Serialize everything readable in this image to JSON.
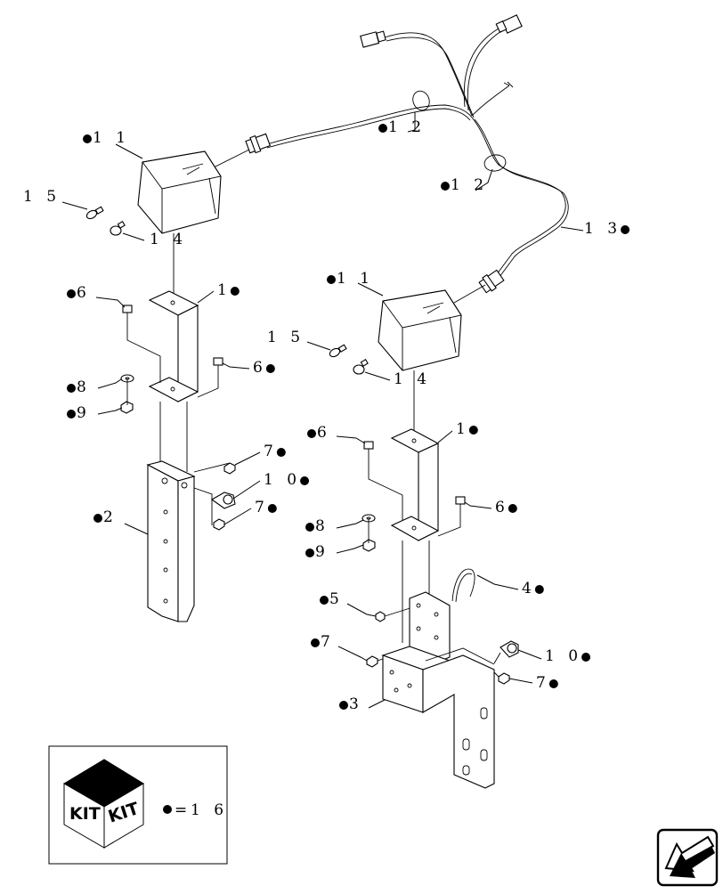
{
  "callouts": [
    {
      "id": "c-11a",
      "number": "1 1",
      "kit": true
    },
    {
      "id": "c-12a",
      "number": "1 2",
      "kit": true
    },
    {
      "id": "c-12b",
      "number": "1 2",
      "kit": true
    },
    {
      "id": "c-13",
      "number": "1 3",
      "kit": true
    },
    {
      "id": "c-15a",
      "number": "1 5",
      "kit": false
    },
    {
      "id": "c-14a",
      "number": "1 4",
      "kit": false
    },
    {
      "id": "c-11b",
      "number": "1 1",
      "kit": true
    },
    {
      "id": "c-1a",
      "number": "1",
      "kit": true
    },
    {
      "id": "c-6a",
      "number": "6",
      "kit": true
    },
    {
      "id": "c-6b",
      "number": "6",
      "kit": true
    },
    {
      "id": "c-8a",
      "number": "8",
      "kit": true
    },
    {
      "id": "c-9a",
      "number": "9",
      "kit": true
    },
    {
      "id": "c-15b",
      "number": "1 5",
      "kit": false
    },
    {
      "id": "c-14b",
      "number": "1 4",
      "kit": false
    },
    {
      "id": "c-7a",
      "number": "7",
      "kit": true
    },
    {
      "id": "c-10a",
      "number": "1 0",
      "kit": true
    },
    {
      "id": "c-7b",
      "number": "7",
      "kit": true
    },
    {
      "id": "c-2",
      "number": "2",
      "kit": true
    },
    {
      "id": "c-6c",
      "number": "6",
      "kit": true
    },
    {
      "id": "c-1b",
      "number": "1",
      "kit": true
    },
    {
      "id": "c-8b",
      "number": "8",
      "kit": true
    },
    {
      "id": "c-6d",
      "number": "6",
      "kit": true
    },
    {
      "id": "c-9b",
      "number": "9",
      "kit": true
    },
    {
      "id": "c-4",
      "number": "4",
      "kit": true
    },
    {
      "id": "c-5",
      "number": "5",
      "kit": true
    },
    {
      "id": "c-7c",
      "number": "7",
      "kit": true
    },
    {
      "id": "c-10b",
      "number": "1 0",
      "kit": true
    },
    {
      "id": "c-7d",
      "number": "7",
      "kit": true
    },
    {
      "id": "c-3",
      "number": "3",
      "kit": true
    }
  ],
  "legend": {
    "kit_label_left": "KIT",
    "kit_label_right": "KIT",
    "symbol_equals": "=",
    "kit_number": "1 6"
  },
  "icons": {
    "kit_box": "kit-box-icon",
    "navigation": "arrow-down-left-icon",
    "bullet": "kit-bullet-icon"
  },
  "colors": {
    "ink": "#000000",
    "background": "#ffffff"
  }
}
